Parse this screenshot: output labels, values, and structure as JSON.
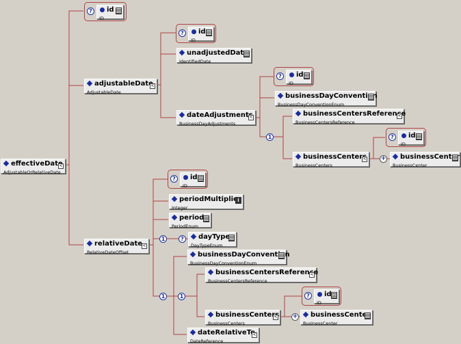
{
  "nodes": {
    "effectiveDate": {
      "name": "effectiveDate",
      "type": "AdjustableOrRelativeDate"
    },
    "adjustableDate": {
      "name": "adjustableDate",
      "type": "AdjustableDate"
    },
    "relativeDate": {
      "name": "relativeDate",
      "type": "RelativeDateOffset"
    },
    "ad_id": {
      "name": "id",
      "type": "ID"
    },
    "ad_unadjustedDate": {
      "name": "unadjustedDate",
      "type": "IdentifiedDate"
    },
    "ad_dateAdjustments": {
      "name": "dateAdjustments",
      "type": "BusinessDayAdjustments"
    },
    "top_id": {
      "name": "id",
      "type": "ID"
    },
    "da_id": {
      "name": "id",
      "type": "ID"
    },
    "da_bdc": {
      "name": "businessDayConvention",
      "type": "BusinessDayConventionEnum"
    },
    "da_bcr": {
      "name": "businessCentersReference",
      "type": "BusinessCentersReference"
    },
    "da_bcs": {
      "name": "businessCenters",
      "type": "BusinessCenters"
    },
    "da_bcs_id": {
      "name": "id",
      "type": "ID"
    },
    "da_bc": {
      "name": "businessCenter",
      "type": "BusinessCenter"
    },
    "rd_id": {
      "name": "id",
      "type": "ID"
    },
    "rd_pm": {
      "name": "periodMultiplier",
      "type": "Integer"
    },
    "rd_period": {
      "name": "period",
      "type": "PeriodEnum"
    },
    "rd_dayType": {
      "name": "dayType",
      "type": "DayTypeEnum"
    },
    "rd_bdc": {
      "name": "businessDayConvention",
      "type": "BusinessDayConventionEnum"
    },
    "rd_bcr": {
      "name": "businessCentersReference",
      "type": "BusinessCentersReference"
    },
    "rd_bcs": {
      "name": "businessCenters",
      "type": "BusinessCenters"
    },
    "rd_bcs_id": {
      "name": "id",
      "type": "ID"
    },
    "rd_bc": {
      "name": "businessCenter",
      "type": "BusinessCenter"
    },
    "rd_drt": {
      "name": "dateRelativeTo",
      "type": "DateReference"
    }
  },
  "symbols": {
    "optional": "?",
    "choice": "1",
    "repeat": "+",
    "collapse": "<",
    "integer": "i"
  },
  "colors": {
    "background": "#d4d0c8",
    "connector": "#b04040",
    "node_fill": "#ececec",
    "icon_blue": "#1b2d9a"
  }
}
